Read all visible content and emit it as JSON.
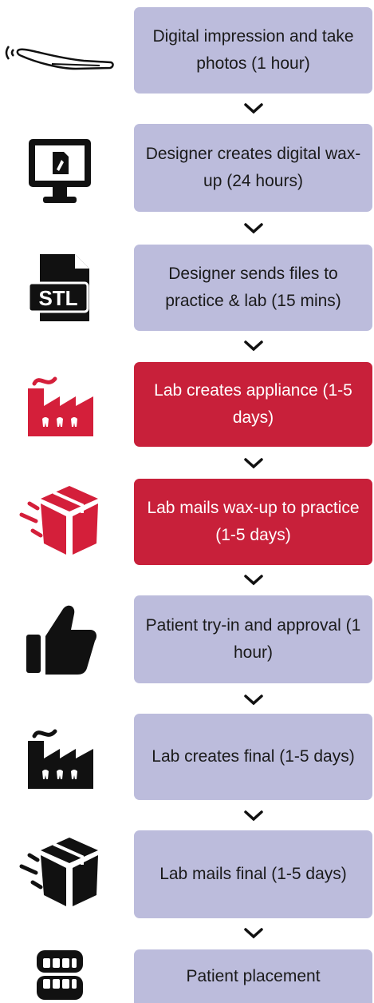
{
  "steps": [
    {
      "label": "Digital impression and take photos (1 hour)",
      "icon": "intraoral-scanner-icon",
      "highlight": false
    },
    {
      "label": "Designer creates digital wax-up (24 hours)",
      "icon": "monitor-design-icon",
      "highlight": false
    },
    {
      "label": "Designer sends files to practice & lab (15 mins)",
      "icon": "stl-file-icon",
      "highlight": false,
      "icon_text": "STL"
    },
    {
      "label": "Lab creates appliance (1-5 days)",
      "icon": "dental-lab-factory-icon",
      "highlight": true
    },
    {
      "label": "Lab mails wax-up to practice (1-5 days)",
      "icon": "shipping-box-icon",
      "highlight": true
    },
    {
      "label": "Patient try-in and approval (1 hour)",
      "icon": "thumbs-up-icon",
      "highlight": false
    },
    {
      "label": "Lab creates final (1-5 days)",
      "icon": "dental-lab-factory-icon",
      "highlight": false
    },
    {
      "label": "Lab mails final (1-5 days)",
      "icon": "shipping-box-icon",
      "highlight": false
    },
    {
      "label": "Patient placement",
      "icon": "dentures-icon",
      "highlight": false
    }
  ],
  "colors": {
    "gray_box": "#bcbcdc",
    "red_box": "#c8203a",
    "red_icon": "#d41f3a",
    "black_icon": "#111111"
  }
}
